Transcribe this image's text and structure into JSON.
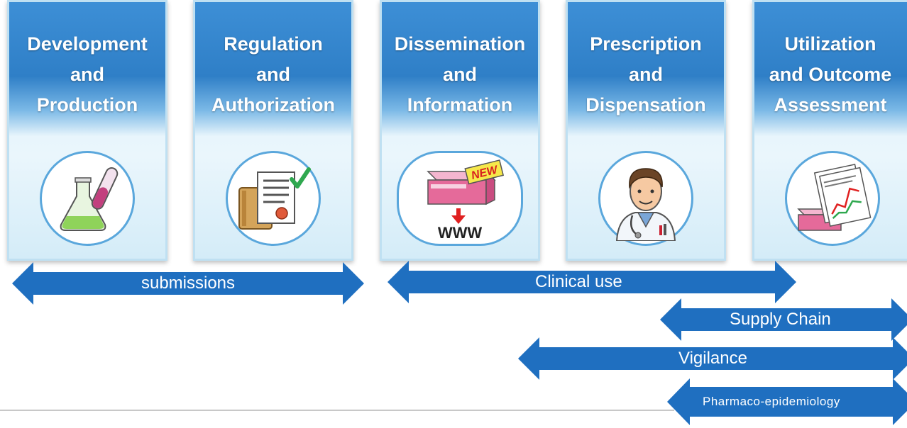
{
  "stages": [
    {
      "title": "Development\nand\nProduction",
      "icon": "flask-test-tube-icon"
    },
    {
      "title": "Regulation\nand\nAuthorization",
      "icon": "document-book-approval-icon"
    },
    {
      "title": "Dissemination\nand\nInformation",
      "icon": "new-package-www-icon",
      "badge": "NEW",
      "www": "WWW"
    },
    {
      "title": "Prescription\nand\nDispensation",
      "icon": "doctor-icon"
    },
    {
      "title": "Utilization\nand Outcome\nAssessment",
      "icon": "chart-report-package-icon"
    }
  ],
  "arrows": {
    "submissions": "submissions",
    "clinical_use": "Clinical use",
    "supply_chain": "Supply Chain",
    "vigilance": "Vigilance",
    "pharmaco": "Pharmaco-epidemiology"
  },
  "colors": {
    "header_blue": "#3d8fd6",
    "arrow_blue": "#1f6fc0"
  }
}
